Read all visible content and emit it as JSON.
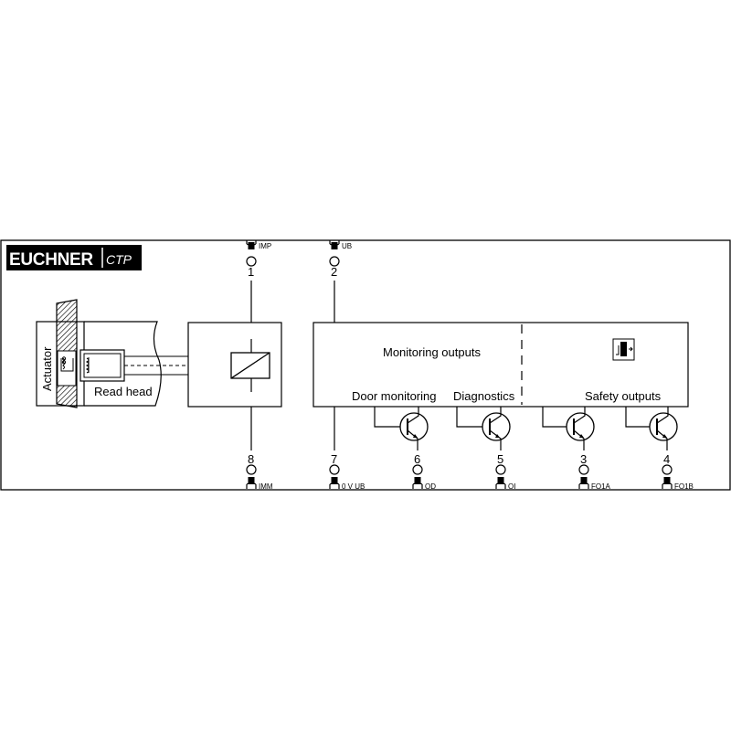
{
  "logo": {
    "brand": "EUCHNER",
    "product": "CTP"
  },
  "labels": {
    "actuator": "Actuator",
    "read_head": "Read head",
    "monitoring_outputs": "Monitoring outputs",
    "door_monitoring": "Door monitoring",
    "diagnostics": "Diagnostics",
    "safety_outputs": "Safety outputs"
  },
  "top_terminals": [
    {
      "number": "1",
      "signal": "IMP"
    },
    {
      "number": "2",
      "signal": "UB"
    }
  ],
  "bottom_terminals": [
    {
      "number": "8",
      "signal": "IMM"
    },
    {
      "number": "7",
      "signal": "0 V UB"
    },
    {
      "number": "6",
      "signal": "OD"
    },
    {
      "number": "5",
      "signal": "OI"
    },
    {
      "number": "3",
      "signal": "FO1A"
    },
    {
      "number": "4",
      "signal": "FO1B"
    }
  ],
  "icons": {
    "solenoid": "solenoid-coil-icon",
    "safety_symbol": "safety-function-icon",
    "transistor": "npn-transistor-icon",
    "terminal": "terminal-connector-icon"
  }
}
